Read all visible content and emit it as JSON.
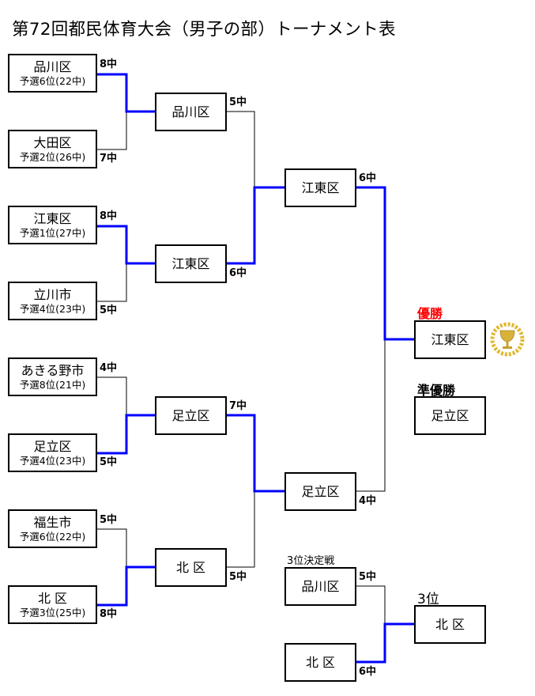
{
  "title": "第72回都民体育大会（男子の部）トーナメント表",
  "colors": {
    "winner_line": "#0000ff",
    "loser_line": "#000000",
    "champion_label": "#ff0000"
  },
  "round1": [
    {
      "name": "品川区",
      "seed": "予選6位(22中)",
      "score": "8中"
    },
    {
      "name": "大田区",
      "seed": "予選2位(26中)",
      "score": "7中"
    },
    {
      "name": "江東区",
      "seed": "予選1位(27中)",
      "score": "8中"
    },
    {
      "name": "立川市",
      "seed": "予選4位(23中)",
      "score": "5中"
    },
    {
      "name": "あきる野市",
      "seed": "予選8位(21中)",
      "score": "4中"
    },
    {
      "name": "足立区",
      "seed": "予選4位(23中)",
      "score": "5中"
    },
    {
      "name": "福生市",
      "seed": "予選6位(22中)",
      "score": "5中"
    },
    {
      "name": "北 区",
      "seed": "予選3位(25中)",
      "score": "8中"
    }
  ],
  "round2": [
    {
      "name": "品川区",
      "score": "5中"
    },
    {
      "name": "江東区",
      "score": "6中"
    },
    {
      "name": "足立区",
      "score": "7中"
    },
    {
      "name": "北 区",
      "score": "5中"
    }
  ],
  "round3": [
    {
      "name": "江東区",
      "score": "6中"
    },
    {
      "name": "足立区",
      "score": "4中"
    }
  ],
  "champion": {
    "label": "優勝",
    "name": "江東区",
    "icon": "trophy-icon"
  },
  "runner_up": {
    "label": "準優勝",
    "name": "足立区"
  },
  "third_place": {
    "match_label": "3位決定戦",
    "teams": [
      {
        "name": "品川区",
        "score": "5中"
      },
      {
        "name": "北 区",
        "score": "6中"
      }
    ],
    "label": "3位",
    "winner": "北 区"
  }
}
